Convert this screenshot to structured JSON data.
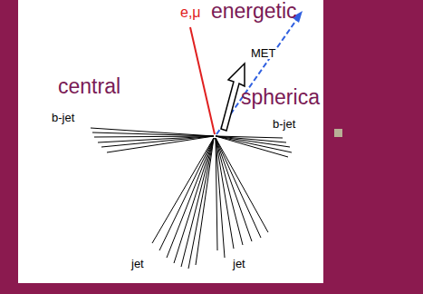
{
  "diagram": {
    "labels": [
      "e,μ",
      "energetic",
      "MET",
      "central",
      "b-jet",
      "b-jet",
      "spherica",
      "jet",
      "jet"
    ]
  }
}
